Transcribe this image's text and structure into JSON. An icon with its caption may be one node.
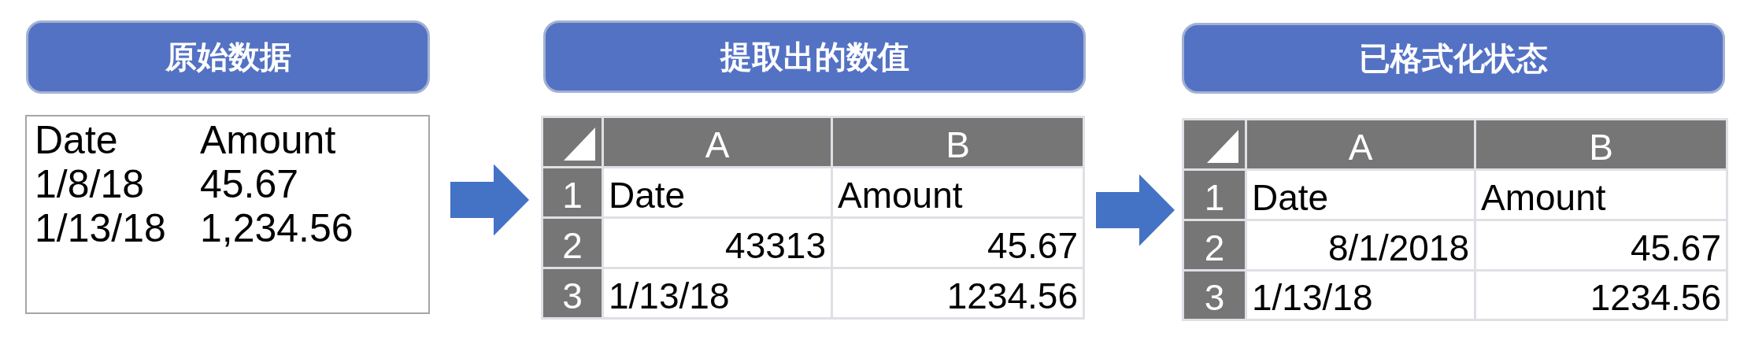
{
  "diagram": {
    "nodes": [
      {
        "text": [
          "原始数据"
        ]
      },
      {
        "text": [
          "Date",
          "Amount",
          "1/8/18",
          "45.67",
          "1/13/18",
          "1,234.56"
        ]
      },
      {
        "text": [
          "提取出的数值"
        ]
      },
      {
        "text": [
          "A",
          "B",
          "1",
          "Date",
          "Amount",
          "2",
          "43313",
          "45.67",
          "3",
          "1/13/18",
          "1234.56"
        ]
      },
      {
        "text": [
          "已格式化状态"
        ]
      },
      {
        "text": [
          "A",
          "B",
          "1",
          "Date",
          "Amount",
          "2",
          "8/1/2018",
          "45.67",
          "3",
          "1/13/18",
          "1234.56"
        ]
      }
    ],
    "edges": [
      {
        "from": 1,
        "to": 3,
        "arrow": "to"
      },
      {
        "from": 3,
        "to": 5,
        "arrow": "to"
      }
    ]
  }
}
